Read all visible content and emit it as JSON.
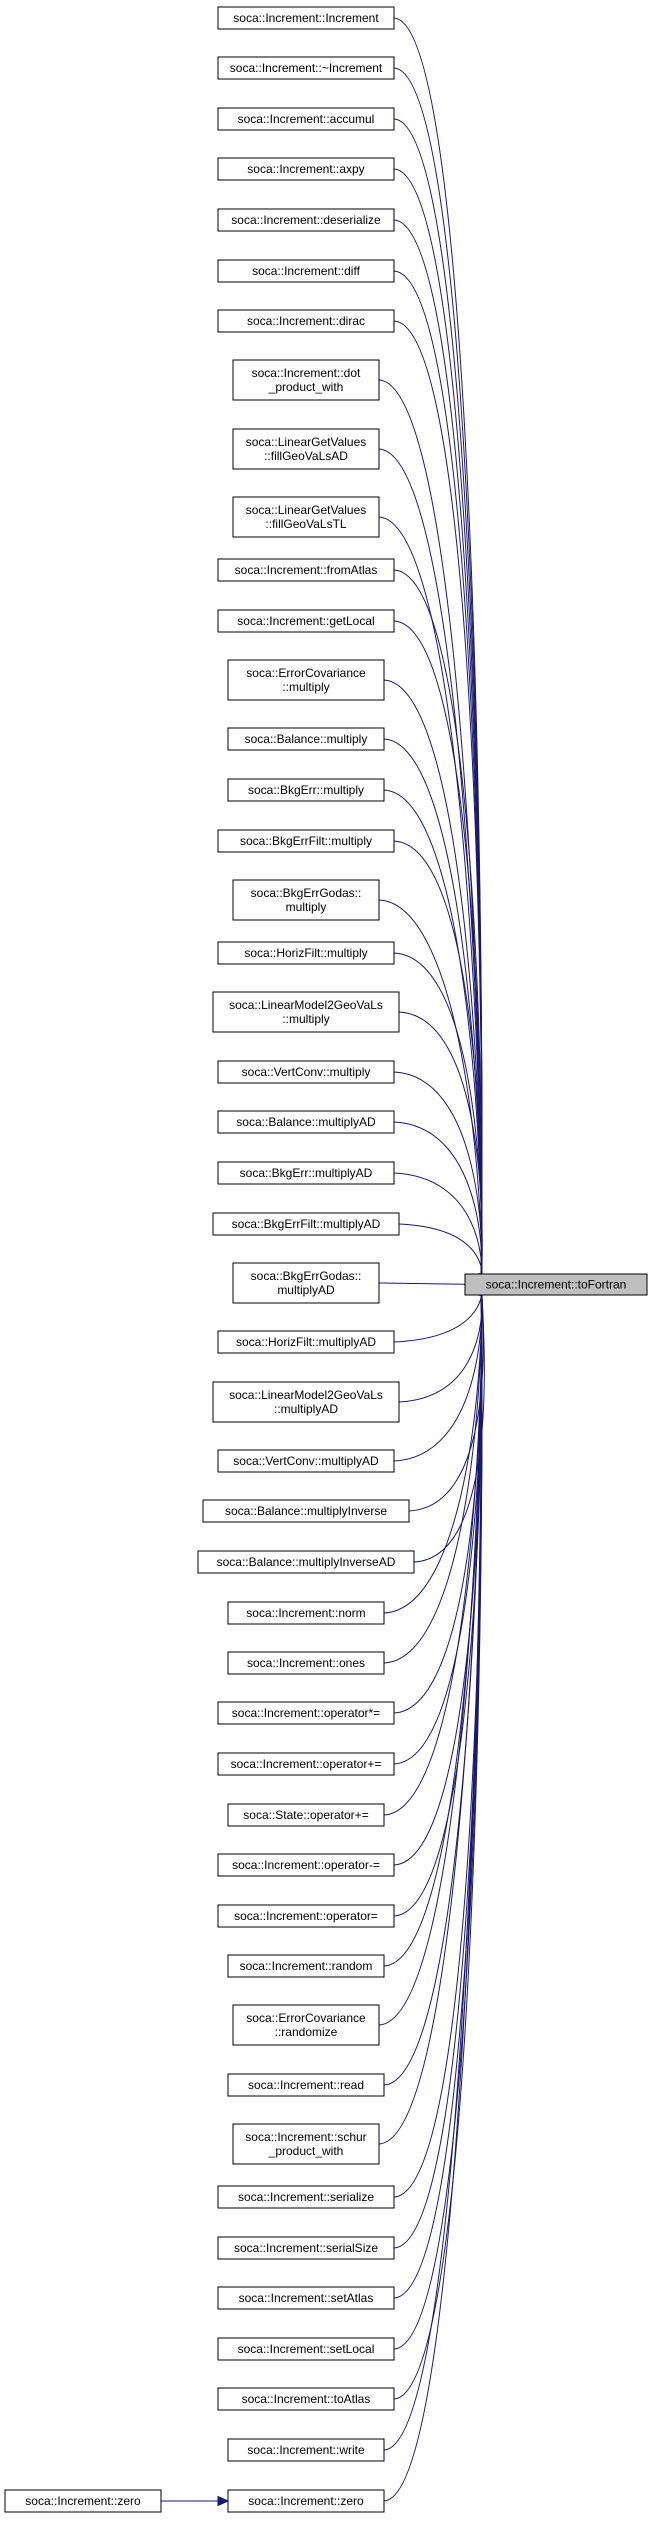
{
  "edge_color": "#191970",
  "target": {
    "label": "soca::Increment::toFortran",
    "fill": "#bfbfbf"
  },
  "callers": [
    {
      "lines": [
        "soca::Increment::Increment"
      ]
    },
    {
      "lines": [
        "soca::Increment::~Increment"
      ]
    },
    {
      "lines": [
        "soca::Increment::accumul"
      ]
    },
    {
      "lines": [
        "soca::Increment::axpy"
      ]
    },
    {
      "lines": [
        "soca::Increment::deserialize"
      ]
    },
    {
      "lines": [
        "soca::Increment::diff"
      ]
    },
    {
      "lines": [
        "soca::Increment::dirac"
      ]
    },
    {
      "lines": [
        "soca::Increment::dot",
        "_product_with"
      ]
    },
    {
      "lines": [
        "soca::LinearGetValues",
        "::fillGeoVaLsAD"
      ]
    },
    {
      "lines": [
        "soca::LinearGetValues",
        "::fillGeoVaLsTL"
      ]
    },
    {
      "lines": [
        "soca::Increment::fromAtlas"
      ]
    },
    {
      "lines": [
        "soca::Increment::getLocal"
      ]
    },
    {
      "lines": [
        "soca::ErrorCovariance",
        "::multiply"
      ]
    },
    {
      "lines": [
        "soca::Balance::multiply"
      ]
    },
    {
      "lines": [
        "soca::BkgErr::multiply"
      ]
    },
    {
      "lines": [
        "soca::BkgErrFilt::multiply"
      ]
    },
    {
      "lines": [
        "soca::BkgErrGodas::",
        "multiply"
      ]
    },
    {
      "lines": [
        "soca::HorizFilt::multiply"
      ]
    },
    {
      "lines": [
        "soca::LinearModel2GeoVaLs",
        "::multiply"
      ]
    },
    {
      "lines": [
        "soca::VertConv::multiply"
      ]
    },
    {
      "lines": [
        "soca::Balance::multiplyAD"
      ]
    },
    {
      "lines": [
        "soca::BkgErr::multiplyAD"
      ]
    },
    {
      "lines": [
        "soca::BkgErrFilt::multiplyAD"
      ]
    },
    {
      "lines": [
        "soca::BkgErrGodas::",
        "multiplyAD"
      ]
    },
    {
      "lines": [
        "soca::HorizFilt::multiplyAD"
      ]
    },
    {
      "lines": [
        "soca::LinearModel2GeoVaLs",
        "::multiplyAD"
      ]
    },
    {
      "lines": [
        "soca::VertConv::multiplyAD"
      ]
    },
    {
      "lines": [
        "soca::Balance::multiplyInverse"
      ]
    },
    {
      "lines": [
        "soca::Balance::multiplyInverseAD"
      ]
    },
    {
      "lines": [
        "soca::Increment::norm"
      ]
    },
    {
      "lines": [
        "soca::Increment::ones"
      ]
    },
    {
      "lines": [
        "soca::Increment::operator*="
      ]
    },
    {
      "lines": [
        "soca::Increment::operator+="
      ]
    },
    {
      "lines": [
        "soca::State::operator+="
      ]
    },
    {
      "lines": [
        "soca::Increment::operator-="
      ]
    },
    {
      "lines": [
        "soca::Increment::operator="
      ]
    },
    {
      "lines": [
        "soca::Increment::random"
      ]
    },
    {
      "lines": [
        "soca::ErrorCovariance",
        "::randomize"
      ]
    },
    {
      "lines": [
        "soca::Increment::read"
      ]
    },
    {
      "lines": [
        "soca::Increment::schur",
        "_product_with"
      ]
    },
    {
      "lines": [
        "soca::Increment::serialize"
      ]
    },
    {
      "lines": [
        "soca::Increment::serialSize"
      ]
    },
    {
      "lines": [
        "soca::Increment::setAtlas"
      ]
    },
    {
      "lines": [
        "soca::Increment::setLocal"
      ]
    },
    {
      "lines": [
        "soca::Increment::toAtlas"
      ]
    },
    {
      "lines": [
        "soca::Increment::write"
      ]
    },
    {
      "lines": [
        "soca::Increment::zero"
      ]
    }
  ],
  "extra_caller": {
    "label": "soca::Increment::zero"
  }
}
